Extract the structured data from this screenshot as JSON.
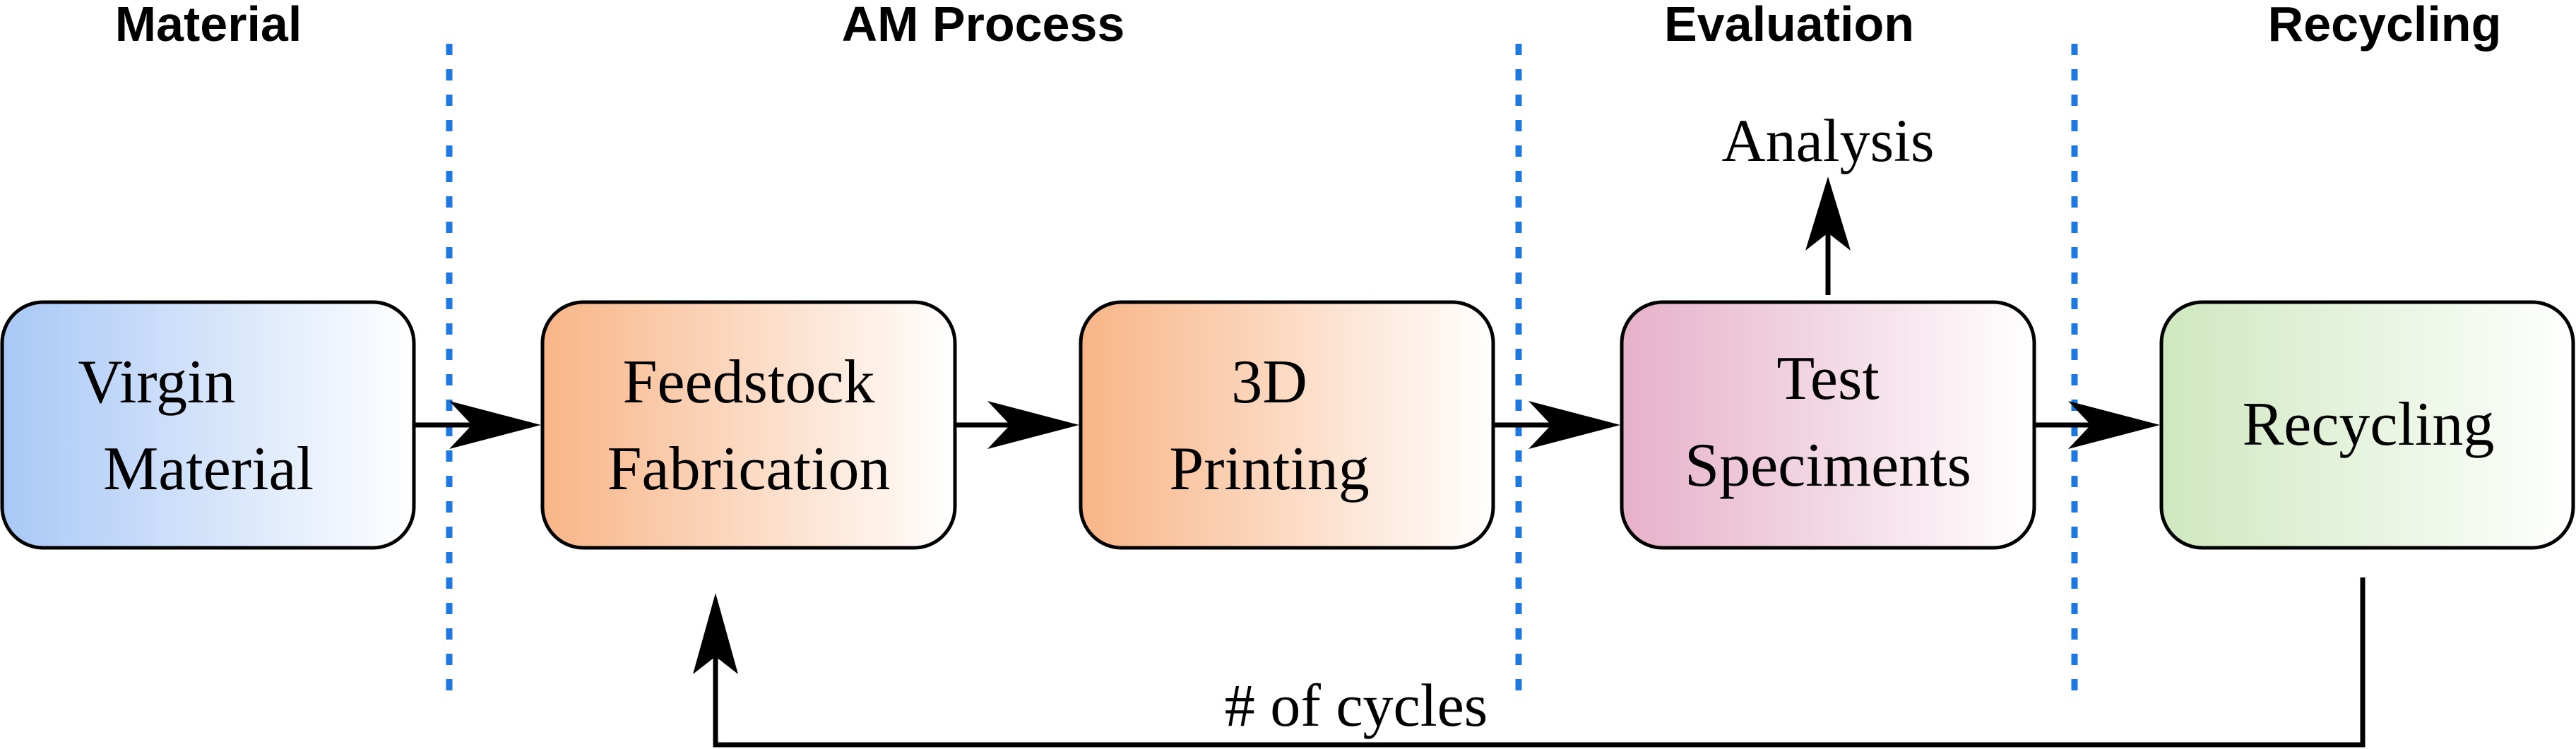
{
  "stages": [
    {
      "label": "Material"
    },
    {
      "label": "AM Process"
    },
    {
      "label": "Evaluation"
    },
    {
      "label": "Recycling"
    }
  ],
  "boxes": [
    {
      "line1": "Virgin",
      "line2": "Material",
      "color": "#a9c8f6"
    },
    {
      "line1": "Feedstock",
      "line2": "Fabrication",
      "color": "#f8b587"
    },
    {
      "line1": "3D",
      "line2": "Printing",
      "color": "#f8b587"
    },
    {
      "line1": "Test",
      "line2": "Speciments",
      "color": "#e6b1c9"
    },
    {
      "line1": "Recycling",
      "line2": "",
      "color": "#cfe8bf"
    }
  ],
  "analysis_label": "Analysis",
  "loop_label": "# of cycles",
  "divider_color": "#1f77e0"
}
